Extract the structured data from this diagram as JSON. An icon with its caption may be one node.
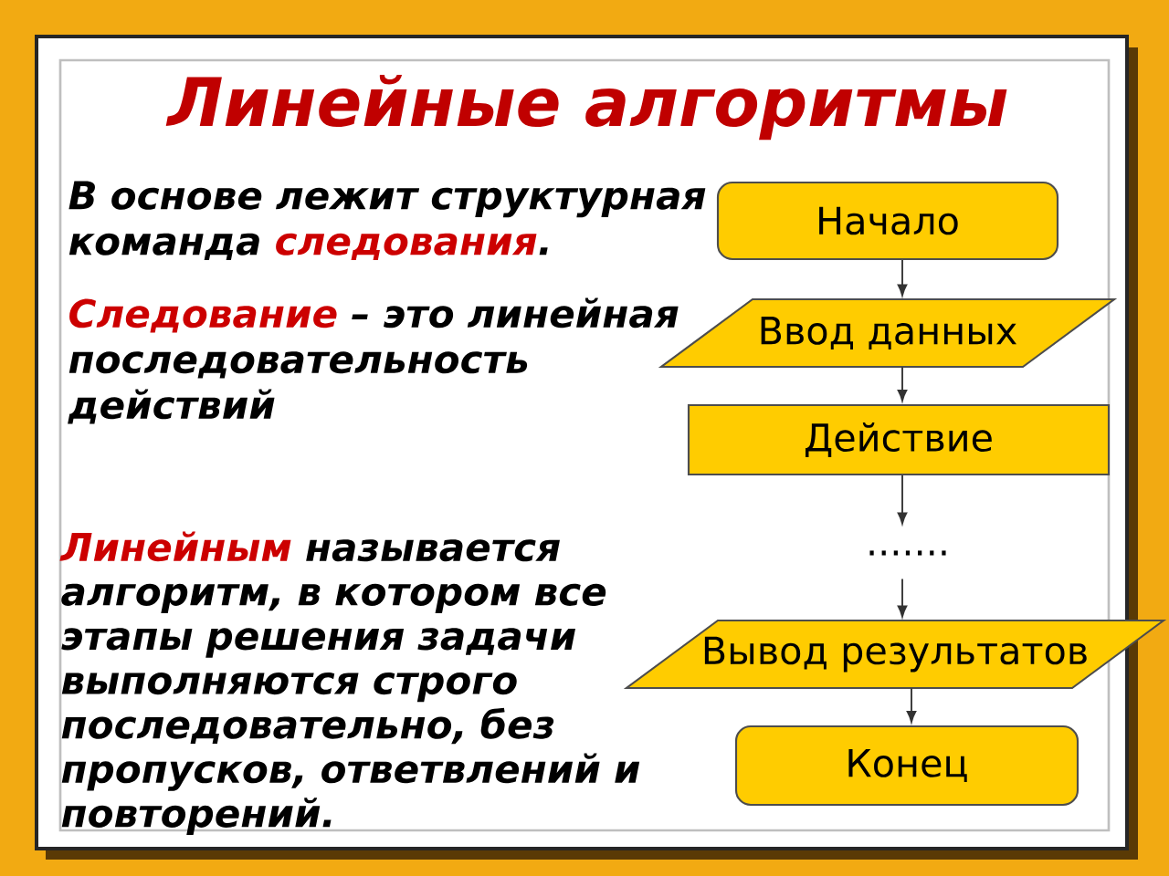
{
  "diagram": {
    "title": "Линейные алгоритмы",
    "nodes": [
      {
        "text": [
          "Начало"
        ]
      },
      {
        "text": [
          "Ввод данных"
        ]
      },
      {
        "text": [
          "Действие"
        ]
      },
      {
        "text": [
          "......."
        ]
      },
      {
        "text": [
          "Вывод результатов"
        ]
      },
      {
        "text": [
          "Конец"
        ]
      }
    ],
    "edges": [
      {
        "from": 0,
        "to": 1,
        "arrow": "to"
      },
      {
        "from": 1,
        "to": 2,
        "arrow": "to"
      },
      {
        "from": 2,
        "to": 3,
        "arrow": "to"
      },
      {
        "from": 3,
        "to": 4,
        "arrow": "to"
      },
      {
        "from": 4,
        "to": 5,
        "arrow": "to"
      }
    ],
    "labels": [
      "В основе лежит структурная команда **следования**.",
      "**Следование** – это линейная последовательность действий",
      "**Линейным** называется алгоритм, в котором все этапы решения задачи выполняются строго последовательно, без пропусков, ответвлений и повторений."
    ]
  }
}
